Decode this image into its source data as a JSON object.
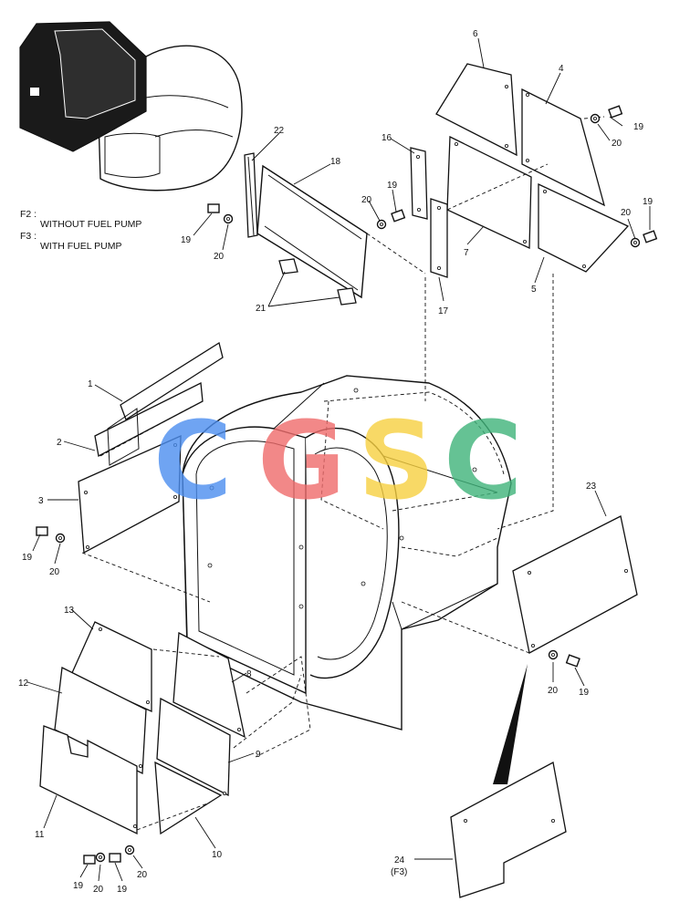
{
  "legend": {
    "f2_code": "F2 :",
    "f2_text": "WITHOUT FUEL PUMP",
    "f3_code": "F3 :",
    "f3_text": "WITH FUEL PUMP"
  },
  "callouts": {
    "c1": "1",
    "c2": "2",
    "c3": "3",
    "c4": "4",
    "c5": "5",
    "c6": "6",
    "c7": "7",
    "c8": "8",
    "c9": "9",
    "c10": "10",
    "c11": "11",
    "c12": "12",
    "c13": "13",
    "c16": "16",
    "c17": "17",
    "c18": "18",
    "c19": "19",
    "c20": "20",
    "c21": "21",
    "c22": "22",
    "c23": "23",
    "c24": "24",
    "c24_variant": "(F3)"
  },
  "watermark": {
    "letters": [
      "C",
      "G",
      "S",
      "C"
    ],
    "colors": [
      "#4c8ef0",
      "#ef6b6b",
      "#f7d040",
      "#3fb47a"
    ]
  }
}
